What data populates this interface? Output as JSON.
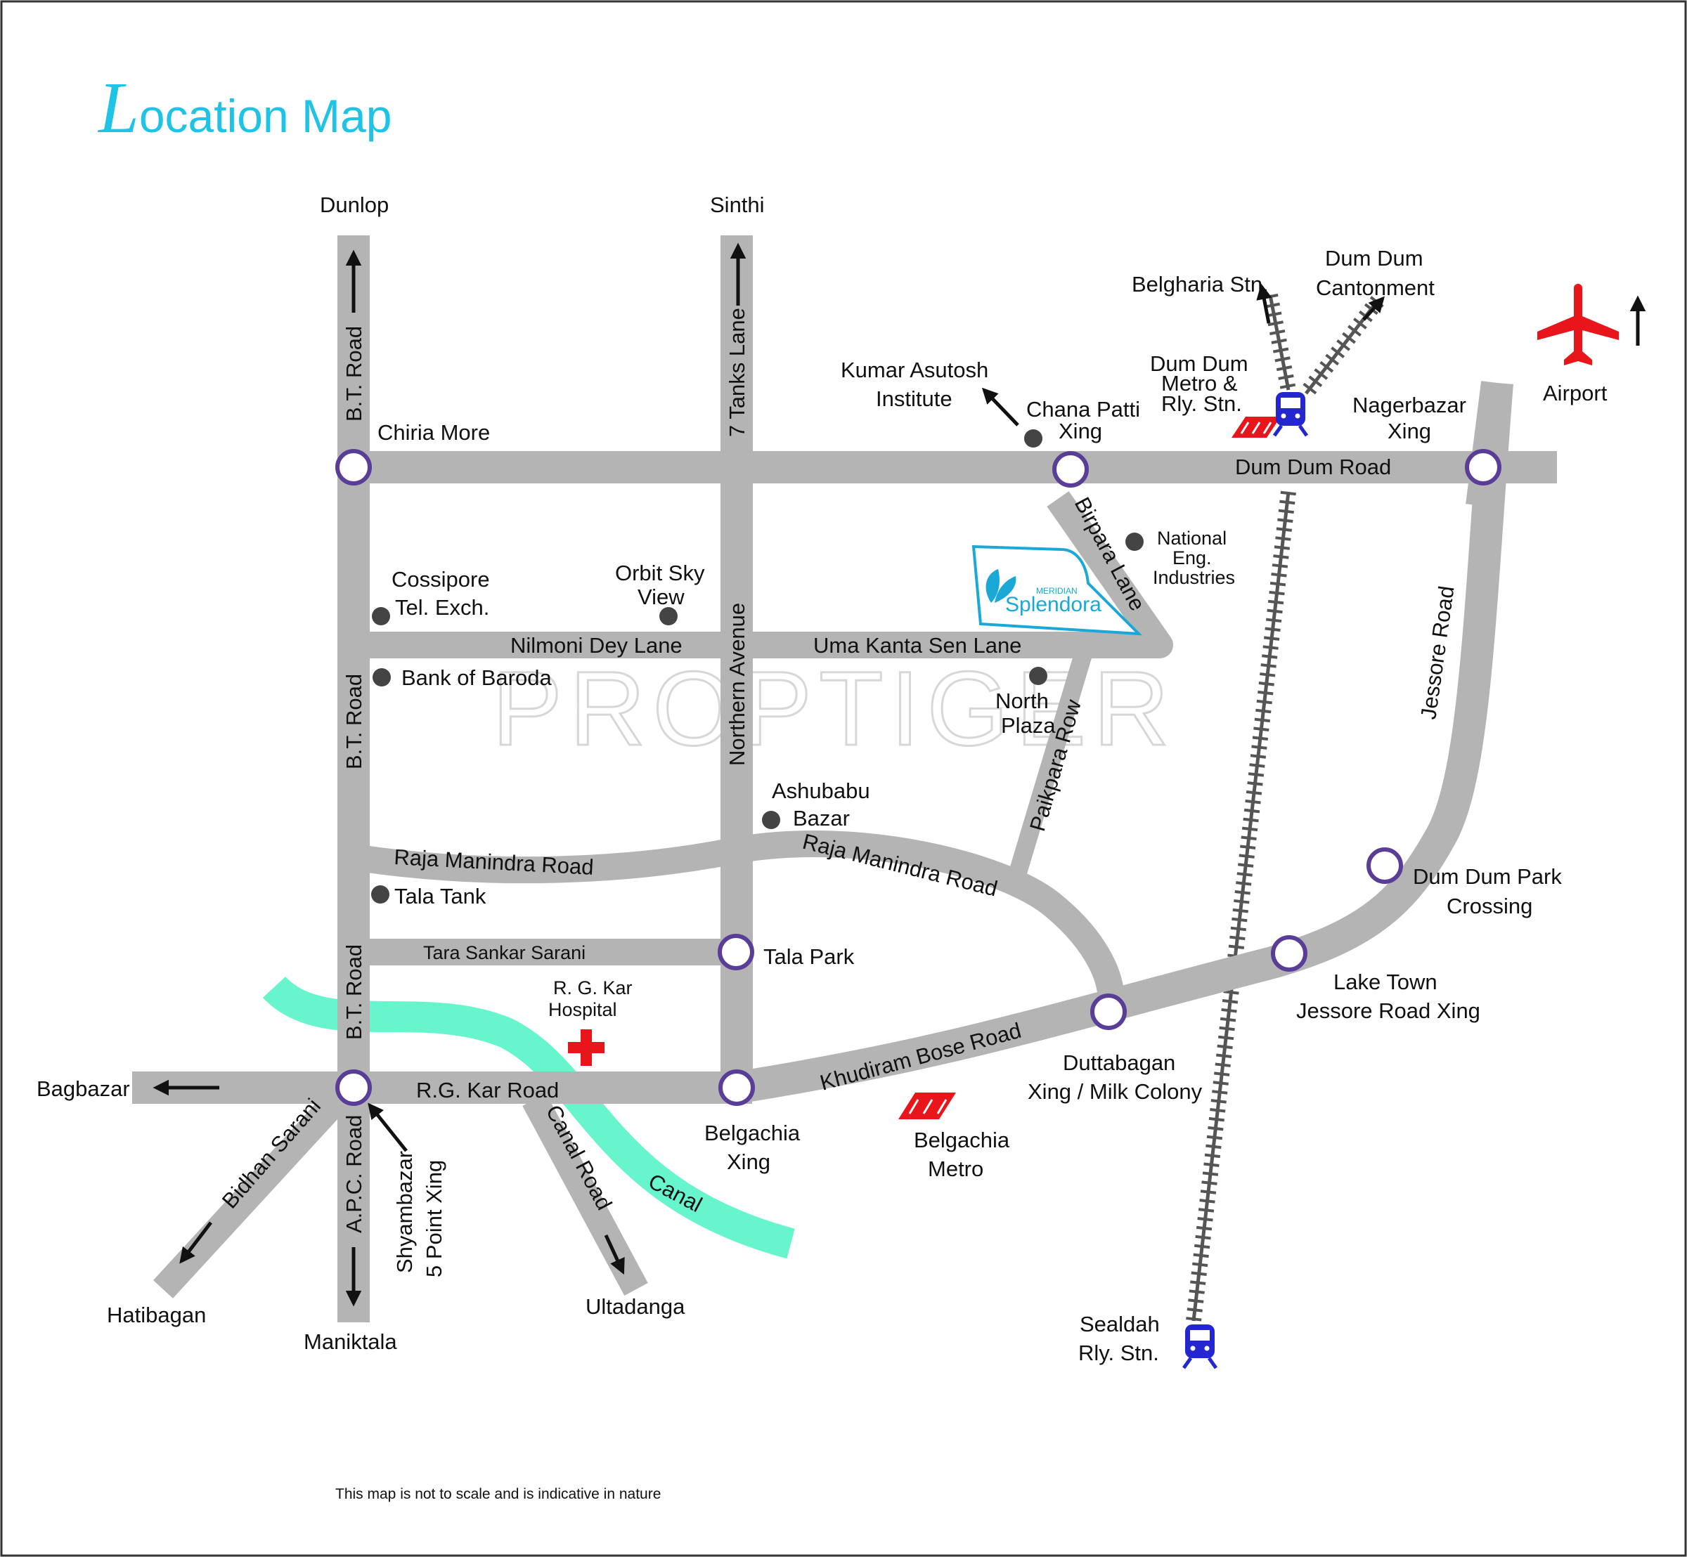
{
  "title": "Location Map",
  "title_initial": "L",
  "title_rest": "ocation Map",
  "watermark": "PROPTIGER",
  "footnote": "This map is not to scale and is indicative in nature",
  "project": {
    "brand_small": "MERIDIAN",
    "brand_part1": "Splen",
    "brand_part2": "dora"
  },
  "roads": {
    "bt_road_top": "B.T. Road",
    "bt_road_mid": "B.T. Road",
    "bt_road_low": "B.T. Road",
    "seven_tanks_lane": "7 Tanks Lane",
    "northern_avenue": "Northern Avenue",
    "birpara_lane": "Birpara Lane",
    "jessore_road": "Jessore Road",
    "paikpara_row": "Paikpara Row",
    "dum_dum_road": "Dum Dum Road",
    "nilmoni_dey_lane": "Nilmoni Dey Lane",
    "uma_kanta_sen_lane": "Uma Kanta Sen Lane",
    "raja_manindra_road_left": "Raja Manindra Road",
    "raja_manindra_road_right": "Raja Manindra Road",
    "tara_sankar_sarani": "Tara Sankar Sarani",
    "rg_kar_road": "R.G. Kar Road",
    "khudiram_bose_road": "Khudiram Bose Road",
    "canal_road": "Canal Road",
    "bidhan_sarani": "Bidhan Sarani",
    "apc_road": "A.P.C. Road",
    "canal": "Canal"
  },
  "directions": {
    "dunlop": "Dunlop",
    "sinthi": "Sinthi",
    "bagbazar": "Bagbazar",
    "hatibagan": "Hatibagan",
    "maniktala": "Maniktala",
    "ultadanga": "Ultadanga",
    "kumar_asutosh": [
      "Kumar Asutosh",
      "Institute"
    ],
    "belgharia": "Belgharia Stn.",
    "dum_dum_cantonment": [
      "Dum Dum",
      "Cantonment"
    ],
    "airport": "Airport",
    "shyambazar": [
      "Shyambazar",
      "5 Point Xing"
    ]
  },
  "crossings": {
    "chiria_more": "Chiria More",
    "chana_patti": [
      "Chana Patti",
      "Xing"
    ],
    "nagerbazar": [
      "Nagerbazar",
      "Xing"
    ],
    "tala_park": "Tala Park",
    "belgachia_xing": [
      "Belgachia",
      "Xing"
    ],
    "duttabagan": [
      "Duttabagan",
      "Xing / Milk Colony"
    ],
    "lake_town": [
      "Lake Town",
      "Jessore Road Xing"
    ],
    "dum_dum_park": [
      "Dum Dum Park",
      "Crossing"
    ]
  },
  "landmarks": {
    "cossipore": [
      "Cossipore",
      "Tel. Exch."
    ],
    "orbit_sky": [
      "Orbit Sky",
      "View"
    ],
    "bank_of_baroda": "Bank of Baroda",
    "north_plaza": [
      "North",
      "Plaza"
    ],
    "national_eng": [
      "National",
      "Eng.",
      "Industries"
    ],
    "ashubabu": [
      "Ashubabu",
      "Bazar"
    ],
    "tala_tank": "Tala Tank",
    "rg_kar_hospital": [
      "R. G. Kar",
      "Hospital"
    ]
  },
  "stations": {
    "dum_dum_metro": [
      "Dum Dum",
      "Metro &",
      "Rly. Stn."
    ],
    "belgachia_metro": [
      "Belgachia",
      "Metro"
    ],
    "sealdah": [
      "Sealdah",
      "Rly. Stn."
    ]
  },
  "colors": {
    "road": "#b4b4b4",
    "canal": "#66f5cc",
    "crossing_ring": "#5a3d96",
    "landmark_dot": "#444444",
    "metro": "#e8161b",
    "rail_station": "#2426d0",
    "hospital": "#e8161b",
    "airport": "#e8161b",
    "title": "#1ec3e6"
  }
}
